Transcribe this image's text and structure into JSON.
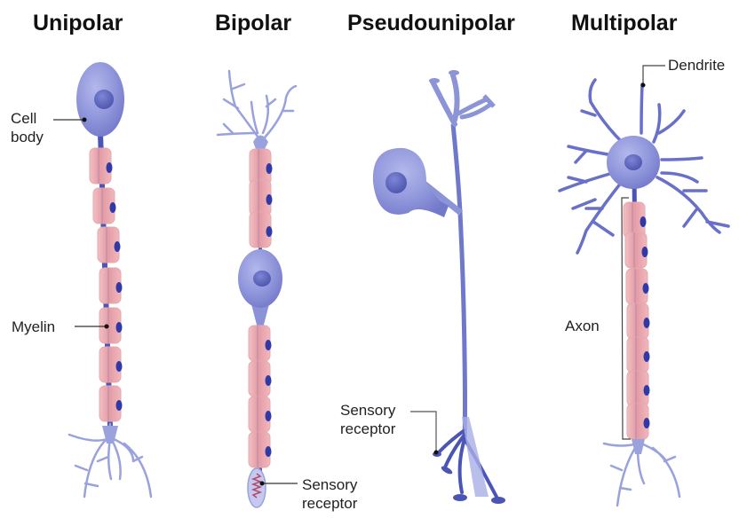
{
  "titles": {
    "unipolar": "Unipolar",
    "bipolar": "Bipolar",
    "pseudounipolar": "Pseudounipolar",
    "multipolar": "Multipolar"
  },
  "labels": {
    "cell_body_line1": "Cell",
    "cell_body_line2": "body",
    "myelin": "Myelin",
    "bipolar_sensory_line1": "Sensory",
    "bipolar_sensory_line2": "receptor",
    "pseudo_sensory_line1": "Sensory",
    "pseudo_sensory_line2": "receptor",
    "dendrite": "Dendrite",
    "axon": "Axon"
  },
  "colors": {
    "cell_body": "#8c92d8",
    "nucleus": "#5a62b8",
    "axon": "#4a55b5",
    "dendrite": "#8a94d6",
    "myelin": "#eaa3ab",
    "myelin_nucleus": "#2f3aa8",
    "leader_line": "#333333"
  },
  "neurons": [
    {
      "type": "unipolar",
      "myelin_segments": 7
    },
    {
      "type": "bipolar",
      "myelin_segments_above_body": 3,
      "myelin_segments_below_body": 4
    },
    {
      "type": "pseudounipolar",
      "myelin_segments": 0
    },
    {
      "type": "multipolar",
      "myelin_segments": 7
    }
  ]
}
